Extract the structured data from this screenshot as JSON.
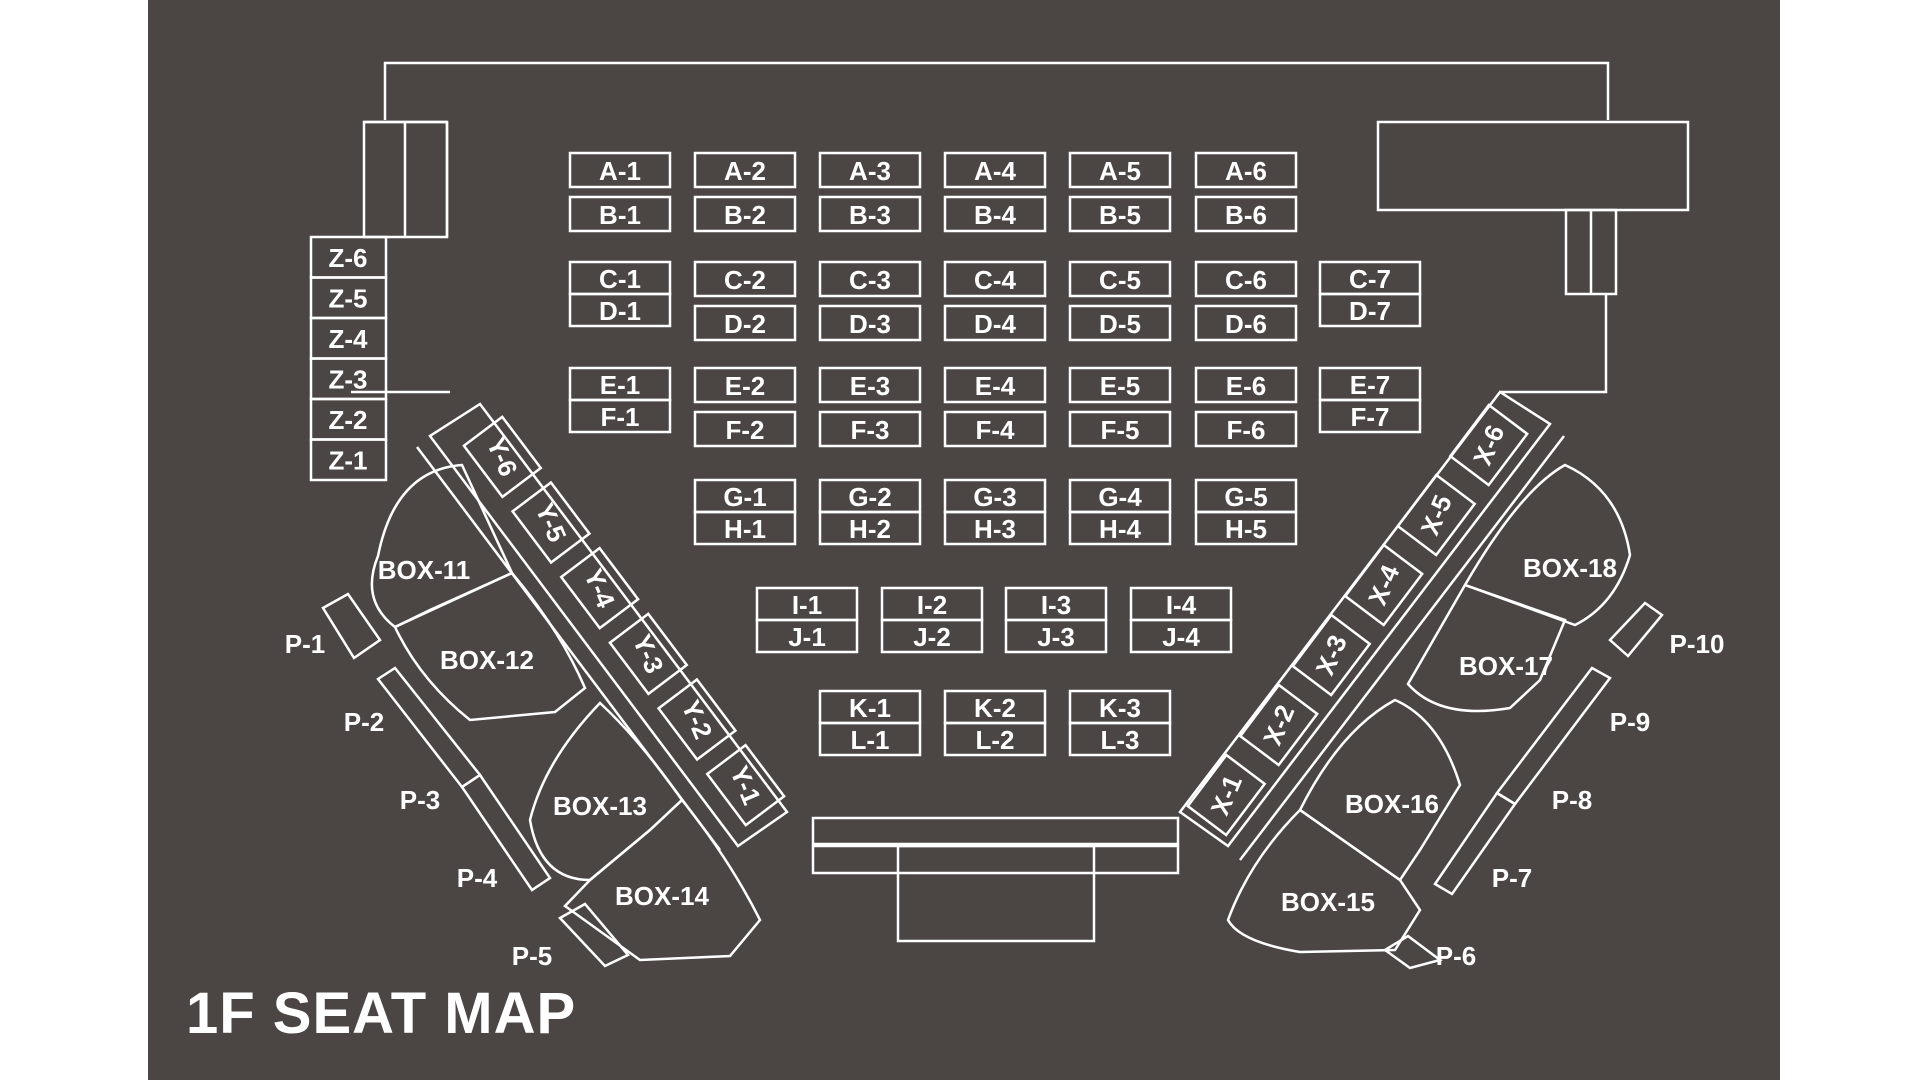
{
  "title": "1F SEAT MAP",
  "colors": {
    "background": "#4b4644",
    "line": "#ffffff",
    "page": "#ffffff"
  },
  "center_blocks": [
    [
      "A-1",
      "B-1"
    ],
    [
      "A-2",
      "B-2"
    ],
    [
      "A-3",
      "B-3"
    ],
    [
      "A-4",
      "B-4"
    ],
    [
      "A-5",
      "B-5"
    ],
    [
      "A-6",
      "B-6"
    ],
    [
      "C-1",
      "D-1"
    ],
    [
      "C-2",
      "D-2"
    ],
    [
      "C-3",
      "D-3"
    ],
    [
      "C-4",
      "D-4"
    ],
    [
      "C-5",
      "D-5"
    ],
    [
      "C-6",
      "D-6"
    ],
    [
      "C-7",
      "D-7"
    ],
    [
      "E-1",
      "F-1"
    ],
    [
      "E-2",
      "F-2"
    ],
    [
      "E-3",
      "F-3"
    ],
    [
      "E-4",
      "F-4"
    ],
    [
      "E-5",
      "F-5"
    ],
    [
      "E-6",
      "F-6"
    ],
    [
      "E-7",
      "F-7"
    ],
    [
      "G-1",
      "H-1"
    ],
    [
      "G-2",
      "H-2"
    ],
    [
      "G-3",
      "H-3"
    ],
    [
      "G-4",
      "H-4"
    ],
    [
      "G-5",
      "H-5"
    ],
    [
      "I-1",
      "J-1"
    ],
    [
      "I-2",
      "J-2"
    ],
    [
      "I-3",
      "J-3"
    ],
    [
      "I-4",
      "J-4"
    ],
    [
      "K-1",
      "L-1"
    ],
    [
      "K-2",
      "L-2"
    ],
    [
      "K-3",
      "L-3"
    ]
  ],
  "z_seats": [
    "Z-6",
    "Z-5",
    "Z-4",
    "Z-3",
    "Z-2",
    "Z-1"
  ],
  "y_seats": [
    "Y-6",
    "Y-5",
    "Y-4",
    "Y-3",
    "Y-2",
    "Y-1"
  ],
  "x_seats": [
    "X-6",
    "X-5",
    "X-4",
    "X-3",
    "X-2",
    "X-1"
  ],
  "boxes": [
    "BOX-11",
    "BOX-12",
    "BOX-13",
    "BOX-14",
    "BOX-15",
    "BOX-16",
    "BOX-17",
    "BOX-18"
  ],
  "p_seats": [
    "P-1",
    "P-2",
    "P-3",
    "P-4",
    "P-5",
    "P-6",
    "P-7",
    "P-8",
    "P-9",
    "P-10"
  ]
}
